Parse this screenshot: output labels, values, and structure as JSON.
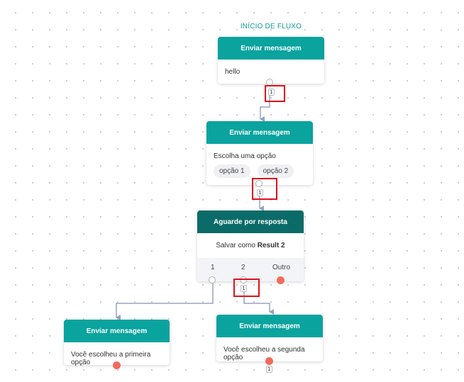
{
  "flow": {
    "start_label": "INÍCIO DE FLUXO",
    "nodes": {
      "send1": {
        "title": "Enviar mensagem",
        "text": "hello",
        "count": "1"
      },
      "send2": {
        "title": "Enviar mensagem",
        "text": "Escolha uma opção",
        "options": [
          "opção 1",
          "opção 2"
        ],
        "count": "1"
      },
      "wait": {
        "title": "Aguarde por resposta",
        "save_prefix": "Salvar como ",
        "save_var": "Result 2",
        "outputs": [
          "1",
          "2",
          "Outro"
        ],
        "count": "1"
      },
      "send3": {
        "title": "Enviar mensagem",
        "text": "Você escolheu a primeira opção"
      },
      "send4": {
        "title": "Enviar mensagem",
        "text": "Você escolheu a segunda opção",
        "count": "1"
      }
    }
  },
  "colors": {
    "header": "#0aa39e",
    "header_dark": "#0b6b68",
    "start_label": "#0f9a95",
    "edge": "#97a3c2",
    "unconnected_port": "#f46a5b",
    "highlight": "#e0121a"
  },
  "icons": {
    "edge_arrow": "arrow-down-icon"
  }
}
